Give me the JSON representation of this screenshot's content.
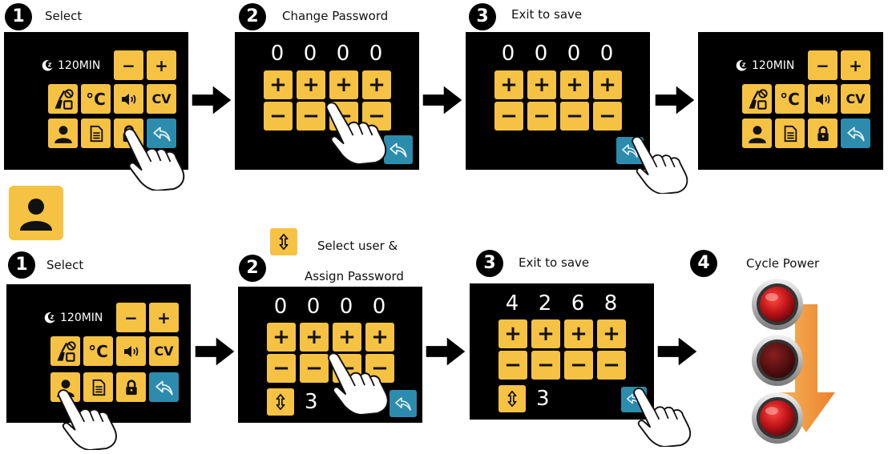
{
  "captions": {
    "row1_step1": "Select",
    "row1_step2": "Change Password",
    "row1_step3": "Exit to save",
    "row2_step1": "Select",
    "row2_step2_line1": "Select user &",
    "row2_step2_line2": "Assign Password",
    "row2_step3": "Exit to save",
    "row2_step4": "Cycle Power"
  },
  "steps": {
    "one": "1",
    "two": "2",
    "three": "3",
    "four": "4"
  },
  "menu": {
    "timer": "120MIN",
    "minus": "−",
    "plus": "+",
    "celsius": "°C",
    "cv": "CV"
  },
  "password_initial": [
    "0",
    "0",
    "0",
    "0"
  ],
  "password_assigned": [
    "4",
    "2",
    "6",
    "8"
  ],
  "user_number": "3",
  "colors": {
    "button": "#f6c244",
    "back_button": "#2c8cad",
    "screen": "#000000",
    "power_light": "#c0141a",
    "cycle_arrow": "#f08a1c"
  },
  "icons": [
    "moon-icon",
    "cleaning-icon",
    "speaker-icon",
    "user-icon",
    "document-icon",
    "unlock-icon",
    "lock-icon",
    "back-arrow-icon",
    "updown-icon",
    "hand-pointer-icon",
    "right-arrow-icon"
  ]
}
